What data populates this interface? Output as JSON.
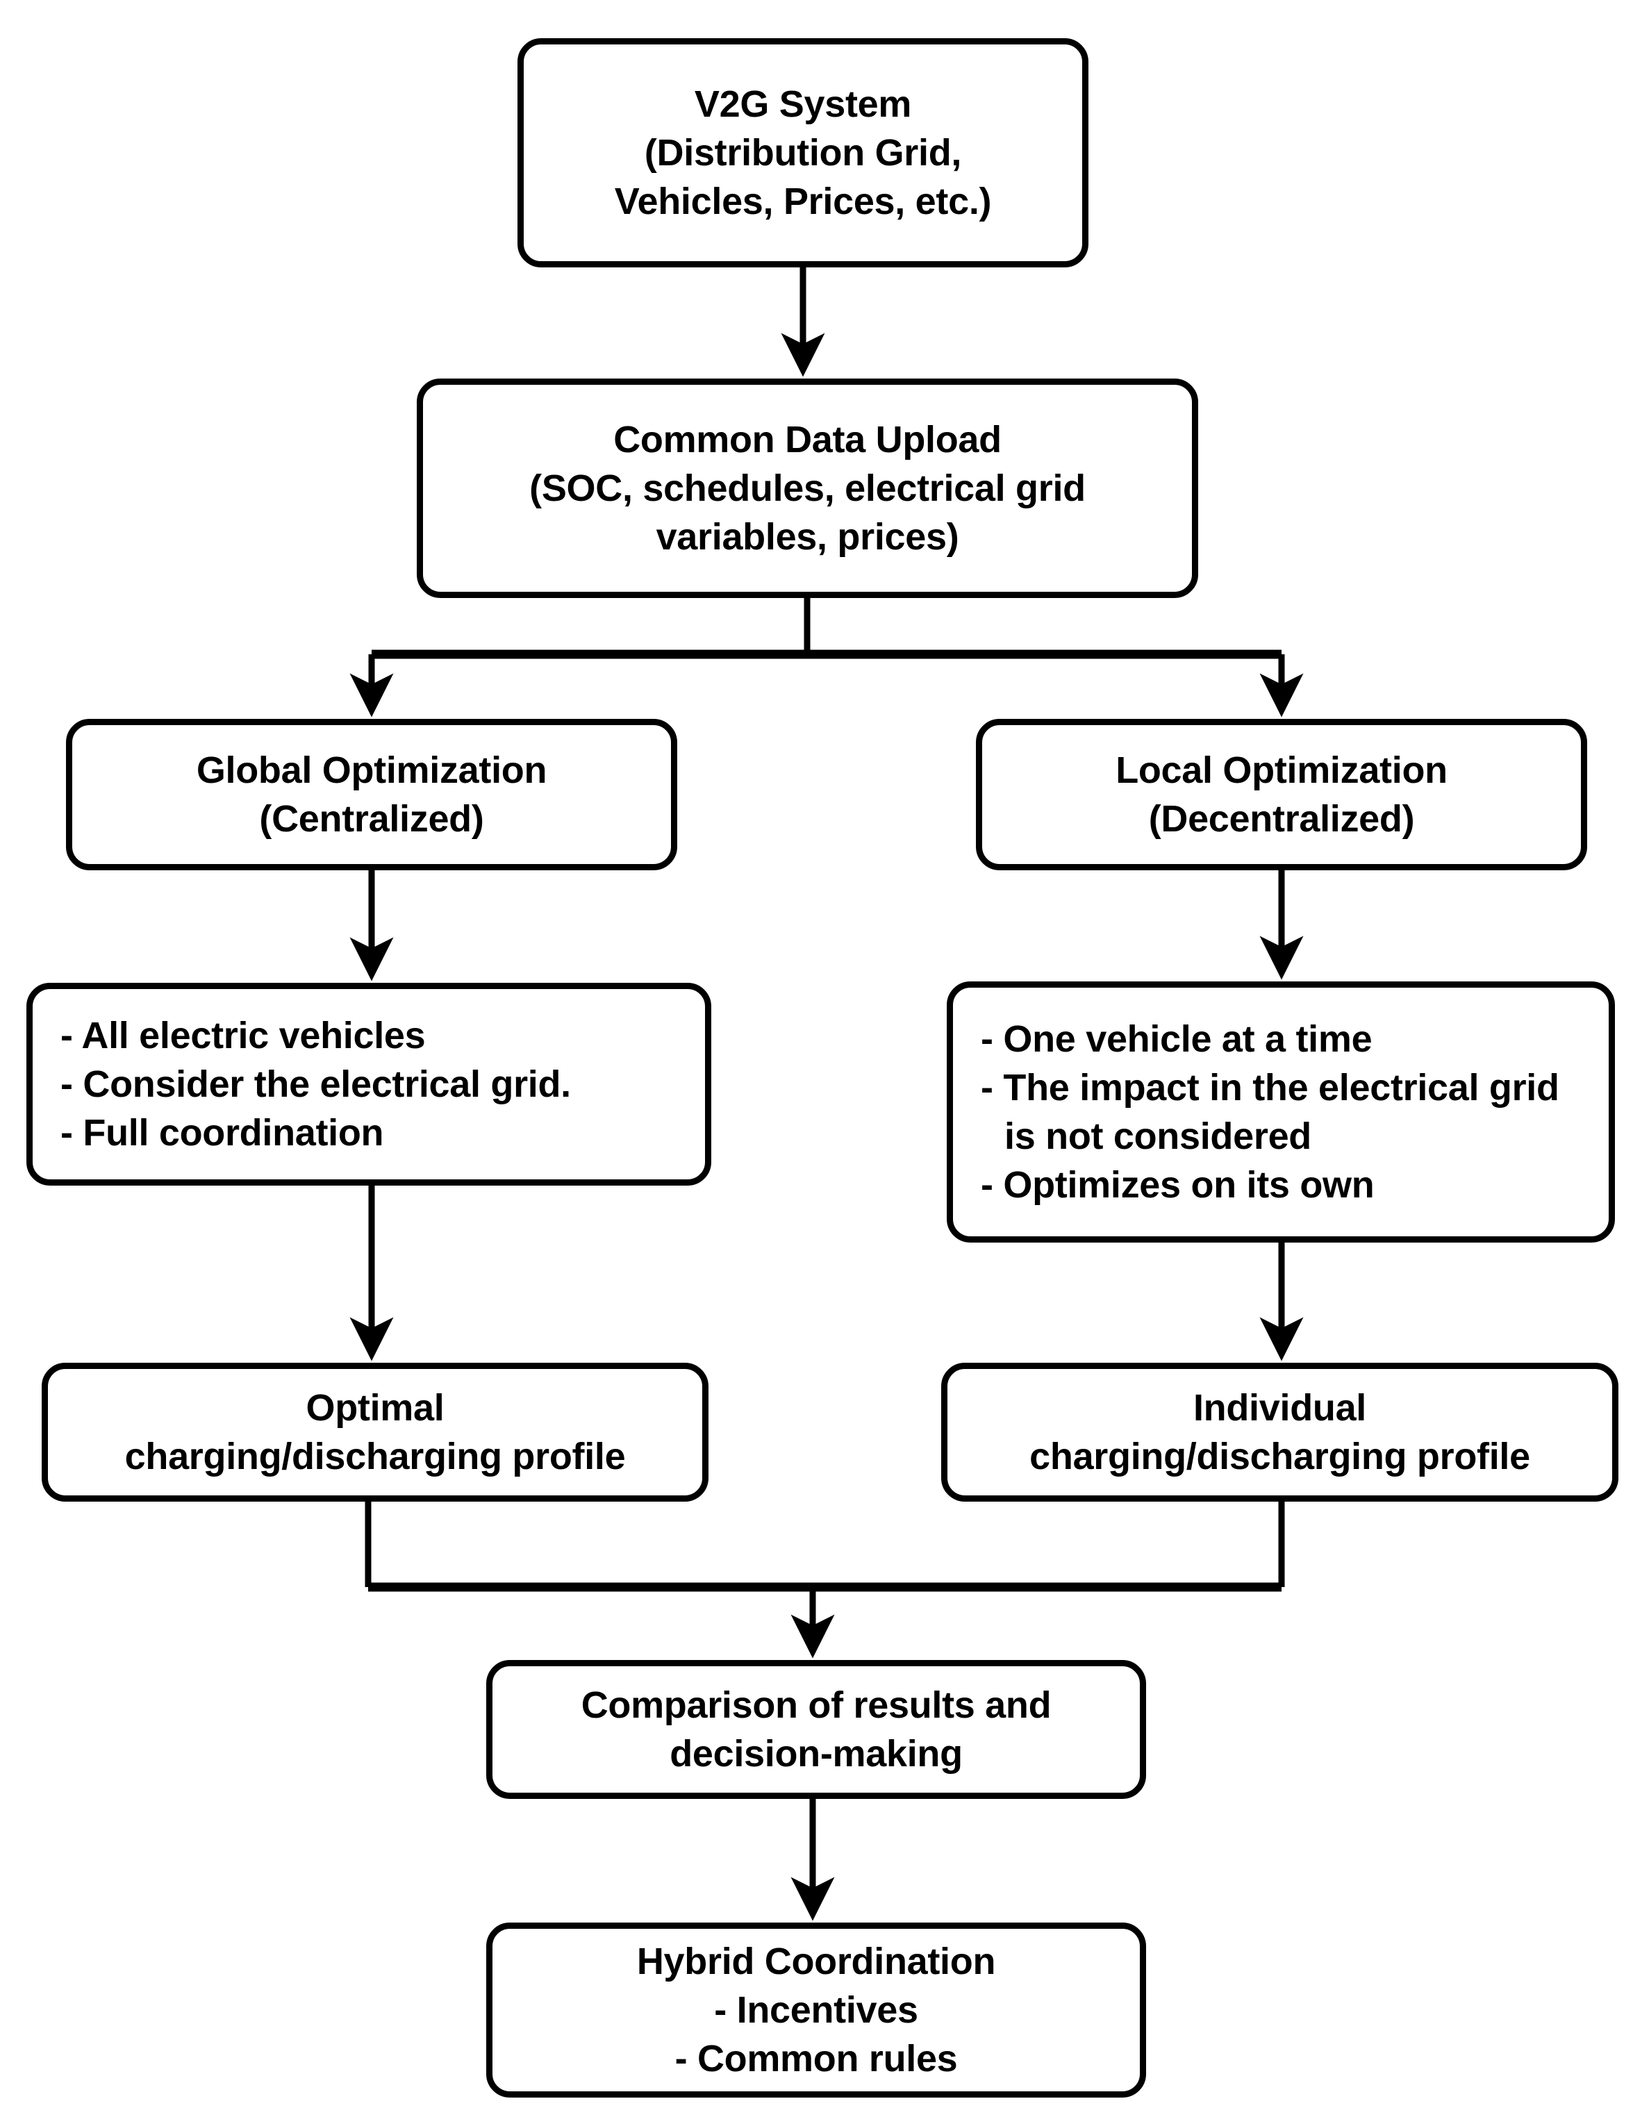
{
  "diagram": {
    "title": "V2G coordination flowchart",
    "stroke_color": "#000000",
    "fill_color": "#ffffff"
  },
  "nodes": {
    "v2g": {
      "id": "v2g-system",
      "lines": [
        "V2G System",
        "(Distribution Grid,",
        "Vehicles, Prices, etc.)"
      ]
    },
    "upload": {
      "id": "common-data-upload",
      "lines": [
        "Common Data Upload",
        "(SOC, schedules, electrical grid",
        "variables, prices)"
      ]
    },
    "global": {
      "id": "global-optimization",
      "lines": [
        "Global Optimization",
        "(Centralized)"
      ]
    },
    "local": {
      "id": "local-optimization",
      "lines": [
        "Local Optimization",
        "(Decentralized)"
      ]
    },
    "global_points": {
      "id": "global-optimization-characteristics",
      "lines": [
        "- All electric vehicles",
        "- Consider the electrical grid.",
        "- Full coordination"
      ]
    },
    "local_points": {
      "id": "local-optimization-characteristics",
      "lines": [
        "- One vehicle at a time",
        "- The impact in the electrical grid is not considered",
        "- Optimizes on its own"
      ]
    },
    "optimal": {
      "id": "optimal-profile",
      "lines": [
        "Optimal",
        "charging/discharging profile"
      ]
    },
    "individual": {
      "id": "individual-profile",
      "lines": [
        "Individual",
        "charging/discharging profile"
      ]
    },
    "comparison": {
      "id": "comparison-decision",
      "lines": [
        "Comparison of results and",
        "decision-making"
      ]
    },
    "hybrid": {
      "id": "hybrid-coordination",
      "lines": [
        "Hybrid Coordination",
        "- Incentives",
        "- Common rules"
      ]
    }
  },
  "edges": [
    {
      "id": "v2g-to-upload",
      "from": "v2g",
      "to": "upload",
      "style": "straight-down-arrow"
    },
    {
      "id": "upload-to-global",
      "from": "upload",
      "to": "global",
      "style": "split-left-arrow"
    },
    {
      "id": "upload-to-local",
      "from": "upload",
      "to": "local",
      "style": "split-right-arrow"
    },
    {
      "id": "global-to-global-points",
      "from": "global",
      "to": "global_points",
      "style": "straight-down-arrow"
    },
    {
      "id": "local-to-local-points",
      "from": "local",
      "to": "local_points",
      "style": "straight-down-arrow"
    },
    {
      "id": "global-points-to-optimal",
      "from": "global_points",
      "to": "optimal",
      "style": "straight-down-arrow"
    },
    {
      "id": "local-points-to-individual",
      "from": "local_points",
      "to": "individual",
      "style": "straight-down-arrow"
    },
    {
      "id": "optimal-to-comparison",
      "from": "optimal",
      "to": "comparison",
      "style": "merge-down-arrow"
    },
    {
      "id": "individual-to-comparison",
      "from": "individual",
      "to": "comparison",
      "style": "merge-down-arrow"
    },
    {
      "id": "comparison-to-hybrid",
      "from": "comparison",
      "to": "hybrid",
      "style": "straight-down-arrow"
    }
  ]
}
